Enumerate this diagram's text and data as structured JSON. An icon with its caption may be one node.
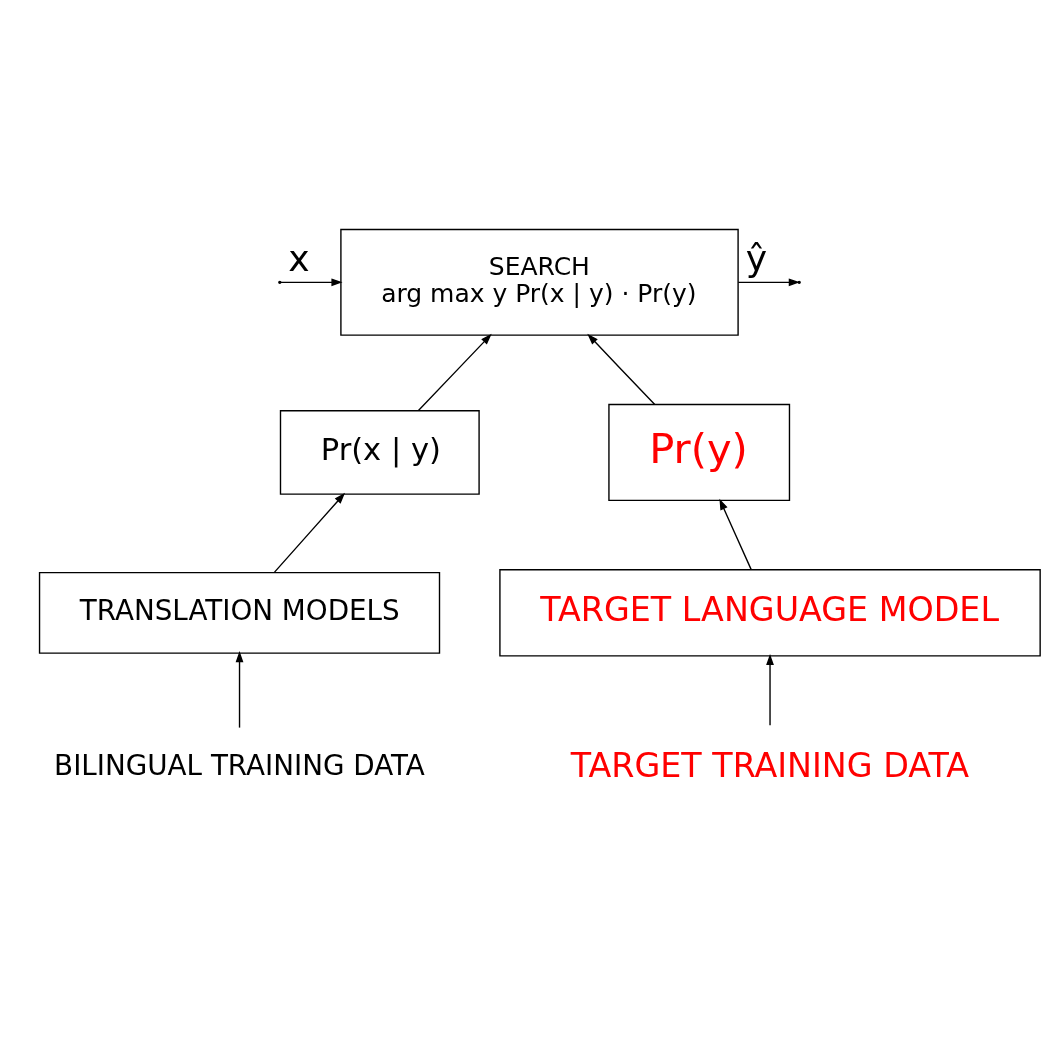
{
  "diagram": {
    "nodes": [
      {
        "text": [
          "SEARCH",
          "arg max y Pr(x | y) · Pr(y)"
        ]
      },
      {
        "text": [
          "Pr(x | y)"
        ]
      },
      {
        "text": [
          "Pr(y)"
        ]
      },
      {
        "text": [
          "TRANSLATION MODELS"
        ]
      },
      {
        "text": [
          "TARGET LANGUAGE MODEL"
        ]
      },
      {
        "text": [
          "BILINGUAL TRAINING DATA"
        ]
      },
      {
        "text": [
          "TARGET TRAINING DATA"
        ]
      }
    ],
    "edges": [
      {
        "from": null,
        "to": 0,
        "arrow": "to",
        "label": "x"
      },
      {
        "from": 0,
        "to": null,
        "arrow": "to",
        "label": "ŷ"
      },
      {
        "from": 1,
        "to": 0,
        "arrow": "to"
      },
      {
        "from": 2,
        "to": 0,
        "arrow": "to"
      },
      {
        "from": 3,
        "to": 1,
        "arrow": "to"
      },
      {
        "from": 4,
        "to": 2,
        "arrow": "to"
      },
      {
        "from": 5,
        "to": 3,
        "arrow": "to"
      },
      {
        "from": 6,
        "to": 4,
        "arrow": "to"
      }
    ]
  }
}
